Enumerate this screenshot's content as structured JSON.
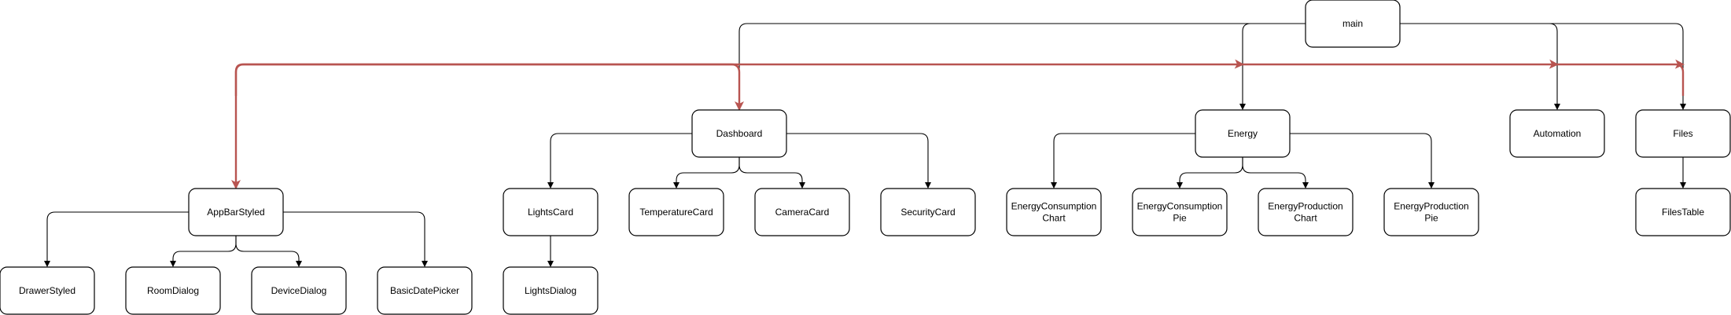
{
  "colors": {
    "edge": "#000000",
    "highlight_edge": "#b85450",
    "node_fill": "#ffffff",
    "node_stroke": "#000000"
  },
  "nodes": [
    {
      "id": "main",
      "label": "main"
    },
    {
      "id": "appbar",
      "label": "AppBarStyled"
    },
    {
      "id": "dashboard",
      "label": "Dashboard"
    },
    {
      "id": "energy",
      "label": "Energy"
    },
    {
      "id": "automation",
      "label": "Automation"
    },
    {
      "id": "files",
      "label": "Files"
    },
    {
      "id": "drawer",
      "label": "DrawerStyled"
    },
    {
      "id": "roomdialog",
      "label": "RoomDialog"
    },
    {
      "id": "devicedialog",
      "label": "DeviceDialog"
    },
    {
      "id": "datepicker",
      "label": "BasicDatePicker"
    },
    {
      "id": "lightscard",
      "label": "LightsCard"
    },
    {
      "id": "lightsdialog",
      "label": "LightsDialog"
    },
    {
      "id": "tempcard",
      "label": "TemperatureCard"
    },
    {
      "id": "cameracard",
      "label": "CameraCard"
    },
    {
      "id": "securitycard",
      "label": "SecurityCard"
    },
    {
      "id": "ecchart",
      "label": "EnergyConsumption Chart"
    },
    {
      "id": "ecpie",
      "label": "EnergyConsumption Pie"
    },
    {
      "id": "epchart",
      "label": "EnergyProduction Chart"
    },
    {
      "id": "eppie",
      "label": "EnergyProduction Pie"
    },
    {
      "id": "filestable",
      "label": "FilesTable"
    }
  ],
  "edges": [
    {
      "from": "main",
      "to": "dashboard",
      "highlighted": false
    },
    {
      "from": "main",
      "to": "energy",
      "highlighted": false
    },
    {
      "from": "main",
      "to": "automation",
      "highlighted": false
    },
    {
      "from": "main",
      "to": "files",
      "highlighted": false
    },
    {
      "from": "appbar",
      "to": "drawer",
      "highlighted": false
    },
    {
      "from": "appbar",
      "to": "roomdialog",
      "highlighted": false
    },
    {
      "from": "appbar",
      "to": "devicedialog",
      "highlighted": false
    },
    {
      "from": "appbar",
      "to": "datepicker",
      "highlighted": false
    },
    {
      "from": "dashboard",
      "to": "lightscard",
      "highlighted": false
    },
    {
      "from": "lightscard",
      "to": "lightsdialog",
      "highlighted": false
    },
    {
      "from": "dashboard",
      "to": "tempcard",
      "highlighted": false
    },
    {
      "from": "dashboard",
      "to": "cameracard",
      "highlighted": false
    },
    {
      "from": "dashboard",
      "to": "securitycard",
      "highlighted": false
    },
    {
      "from": "energy",
      "to": "ecchart",
      "highlighted": false
    },
    {
      "from": "energy",
      "to": "ecpie",
      "highlighted": false
    },
    {
      "from": "energy",
      "to": "epchart",
      "highlighted": false
    },
    {
      "from": "energy",
      "to": "eppie",
      "highlighted": false
    },
    {
      "from": "files",
      "to": "filestable",
      "highlighted": false
    },
    {
      "from": "bus",
      "to": "appbar",
      "highlighted": true
    },
    {
      "from": "bus",
      "to": "dashboard",
      "highlighted": true
    },
    {
      "from": "bus",
      "to": "energy",
      "highlighted": true
    },
    {
      "from": "bus",
      "to": "automation",
      "highlighted": true
    },
    {
      "from": "bus",
      "to": "files",
      "highlighted": true
    }
  ]
}
